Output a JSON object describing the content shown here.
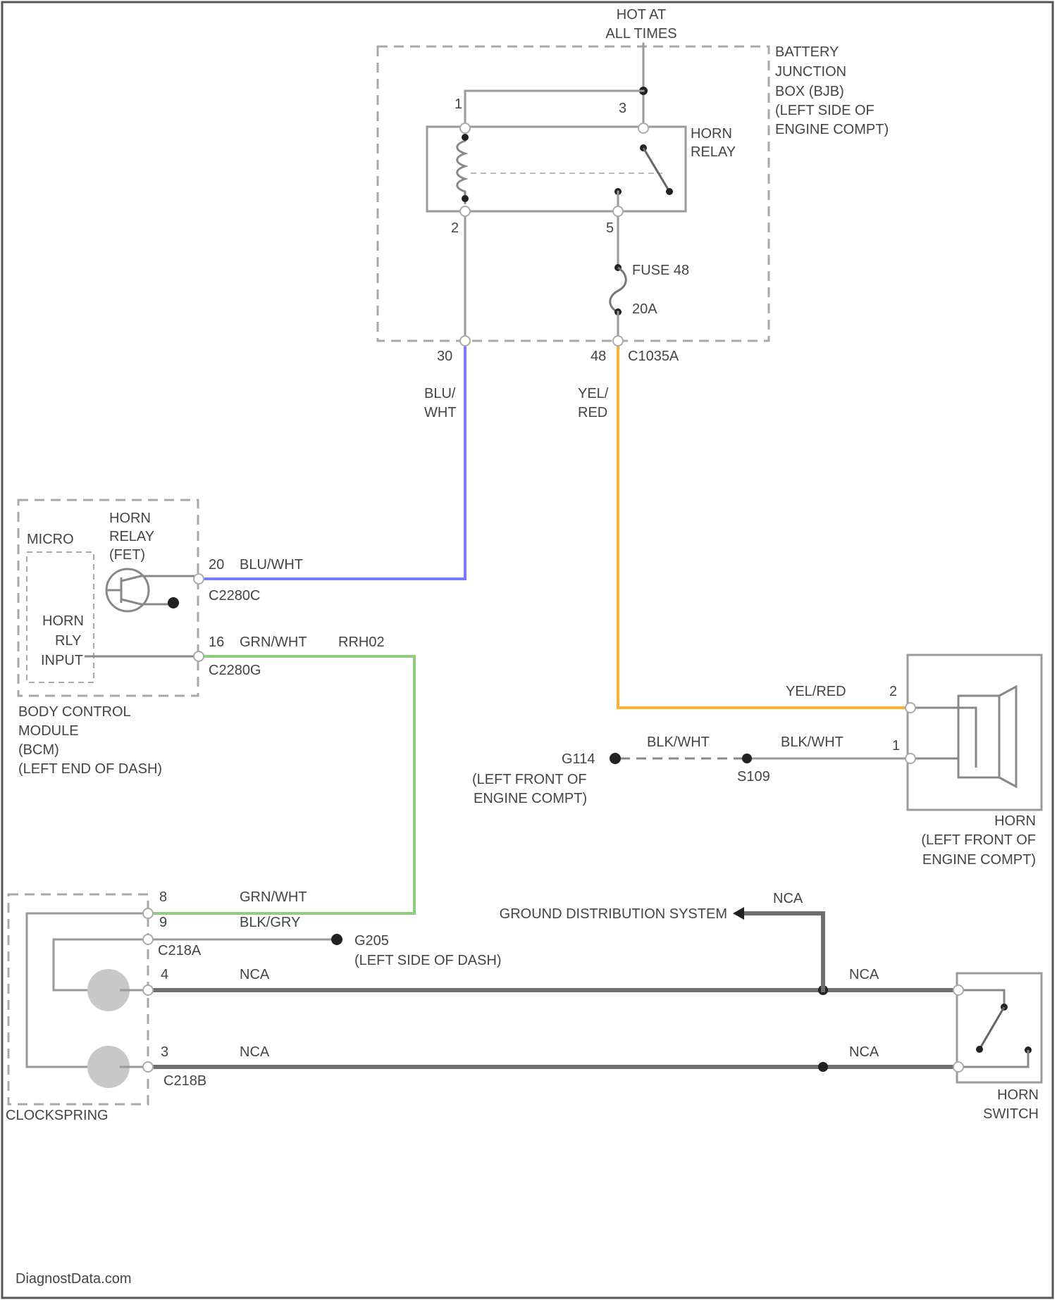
{
  "colors": {
    "blu_wht_wire": "#7b7bff",
    "yel_red_wire": "#ffb02e",
    "grn_wht_wire": "#8fce7f",
    "nca_wire": "#6f6f6f",
    "component_line": "#9a9a9a"
  },
  "power": {
    "label_line1": "HOT AT",
    "label_line2": "ALL TIMES"
  },
  "bjb": {
    "name_lines": [
      "BATTERY",
      "JUNCTION",
      "BOX (BJB)",
      "(LEFT SIDE OF",
      "ENGINE COMPT)"
    ],
    "relay_label_lines": [
      "HORN",
      "RELAY"
    ],
    "pins": {
      "p1": "1",
      "p3": "3",
      "p2": "2",
      "p5": "5"
    },
    "fuse_label": "FUSE 48",
    "fuse_rating": "20A",
    "conn_pin_left": "30",
    "conn_pin_right": "48",
    "connector": "C1035A",
    "wire_left_lines": [
      "BLU/",
      "WHT"
    ],
    "wire_right_lines": [
      "YEL/",
      "RED"
    ]
  },
  "bcm": {
    "micro_label": "MICRO",
    "relay_label_lines": [
      "HORN",
      "RELAY",
      "(FET)"
    ],
    "input_label_lines": [
      "HORN",
      "RLY",
      "INPUT"
    ],
    "pin_a": "20",
    "wire_a": "BLU/WHT",
    "conn_a": "C2280C",
    "pin_b": "16",
    "wire_b": "GRN/WHT",
    "wire_b_note": "RRH02",
    "conn_b": "C2280G",
    "name_lines": [
      "BODY CONTROL",
      "MODULE",
      "(BCM)",
      "(LEFT END OF DASH)"
    ]
  },
  "horn": {
    "wire_2": "YEL/RED",
    "pin_2": "2",
    "wire_1": "BLK/WHT",
    "pin_1": "1",
    "splice_wire": "BLK/WHT",
    "ground": "G114",
    "ground_location_lines": [
      "(LEFT FRONT OF",
      "ENGINE COMPT)"
    ],
    "splice": "S109",
    "name_lines": [
      "HORN",
      "(LEFT FRONT OF",
      "ENGINE COMPT)"
    ]
  },
  "clockspring": {
    "name": "CLOCKSPRING",
    "pin_top_a": "8",
    "pin_top_b": "9",
    "wire_top_a": "GRN/WHT",
    "wire_top_b": "BLK/GRY",
    "conn_top": "C218A",
    "ground": "G205",
    "ground_location": "(LEFT SIDE OF DASH)",
    "pin_mid": "4",
    "wire_mid": "NCA",
    "pin_bot": "3",
    "wire_bot": "NCA",
    "conn_bot": "C218B"
  },
  "ground_dist": {
    "label": "GROUND DISTRIBUTION SYSTEM",
    "wire": "NCA"
  },
  "horn_switch": {
    "wire_top": "NCA",
    "wire_bot": "NCA",
    "name_lines": [
      "HORN",
      "SWITCH"
    ]
  },
  "watermark": "DiagnostData.com"
}
